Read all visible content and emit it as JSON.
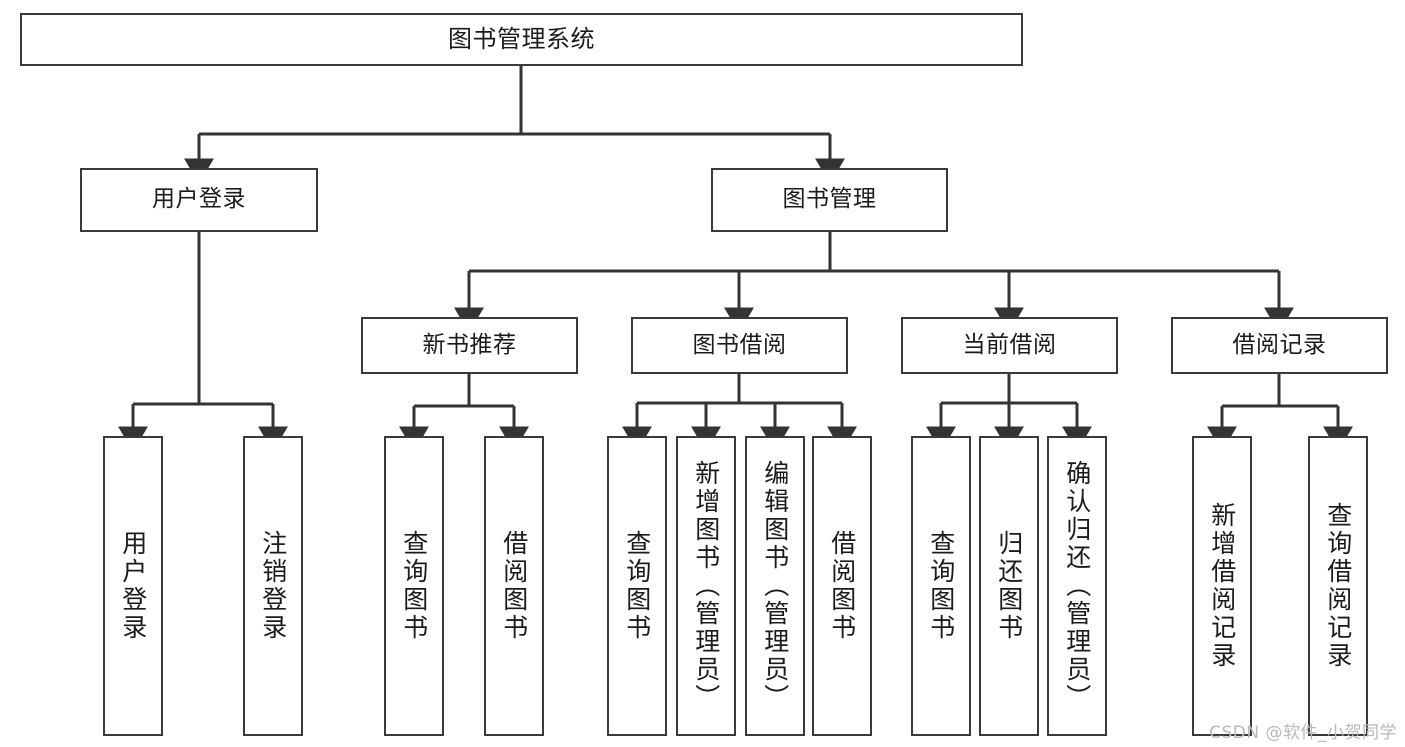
{
  "diagram": {
    "title": "图书管理系统",
    "type": "tree-hierarchy",
    "watermark": "CSDN @软件_小贺同学",
    "colors": {
      "box_border": "#3a3a3a",
      "box_fill": "#ffffff",
      "connector": "#333333",
      "text": "#1b1b1b",
      "watermark": "#b9b9b9"
    },
    "nodes": {
      "root": {
        "label": "图书管理系统",
        "level": 1,
        "orientation": "horizontal"
      },
      "l2": [
        {
          "id": "user-login",
          "label": "用户登录",
          "level": 2,
          "orientation": "horizontal"
        },
        {
          "id": "book-manage",
          "label": "图书管理",
          "level": 2,
          "orientation": "horizontal"
        }
      ],
      "l3": [
        {
          "id": "new-book-rec",
          "label": "新书推荐",
          "level": 3,
          "orientation": "horizontal",
          "parent": "book-manage"
        },
        {
          "id": "book-borrow",
          "label": "图书借阅",
          "level": 3,
          "orientation": "horizontal",
          "parent": "book-manage"
        },
        {
          "id": "current-borrow",
          "label": "当前借阅",
          "level": 3,
          "orientation": "horizontal",
          "parent": "book-manage"
        },
        {
          "id": "borrow-record",
          "label": "借阅记录",
          "level": 3,
          "orientation": "horizontal",
          "parent": "book-manage"
        }
      ],
      "leaves": [
        {
          "id": "leaf-user-login",
          "label": "用户登录",
          "parent": "user-login"
        },
        {
          "id": "leaf-logout",
          "label": "注销登录",
          "parent": "user-login"
        },
        {
          "id": "leaf-query-book-1",
          "label": "查询图书",
          "parent": "new-book-rec"
        },
        {
          "id": "leaf-borrow-book-1",
          "label": "借阅图书",
          "parent": "new-book-rec"
        },
        {
          "id": "leaf-query-book-2",
          "label": "查询图书",
          "parent": "book-borrow"
        },
        {
          "id": "leaf-add-book",
          "label": "新增图书（管理员）",
          "parent": "book-borrow"
        },
        {
          "id": "leaf-edit-book",
          "label": "编辑图书（管理员）",
          "parent": "book-borrow"
        },
        {
          "id": "leaf-borrow-book-2",
          "label": "借阅图书",
          "parent": "book-borrow"
        },
        {
          "id": "leaf-query-book-3",
          "label": "查询图书",
          "parent": "current-borrow"
        },
        {
          "id": "leaf-return-book",
          "label": "归还图书",
          "parent": "current-borrow"
        },
        {
          "id": "leaf-confirm-return",
          "label": "确认归还（管理员）",
          "parent": "current-borrow"
        },
        {
          "id": "leaf-add-record",
          "label": "新增借阅记录",
          "parent": "borrow-record"
        },
        {
          "id": "leaf-query-record",
          "label": "查询借阅记录",
          "parent": "borrow-record"
        }
      ]
    }
  }
}
